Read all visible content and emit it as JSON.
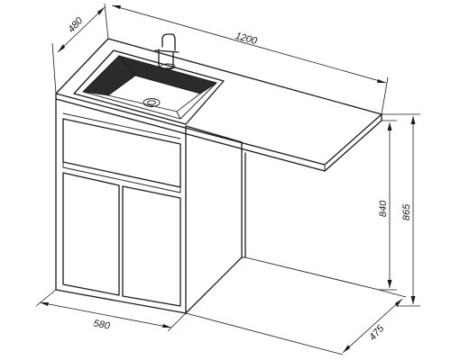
{
  "dimensions": {
    "overall_width": "1200",
    "counter_depth": "480",
    "cabinet_width": "580",
    "cabinet_depth": "475",
    "counter_height": "840",
    "total_height": "865"
  },
  "colors": {
    "line": "#1a1a1a",
    "background": "#ffffff",
    "basin_dark": "#2b2b2b"
  }
}
